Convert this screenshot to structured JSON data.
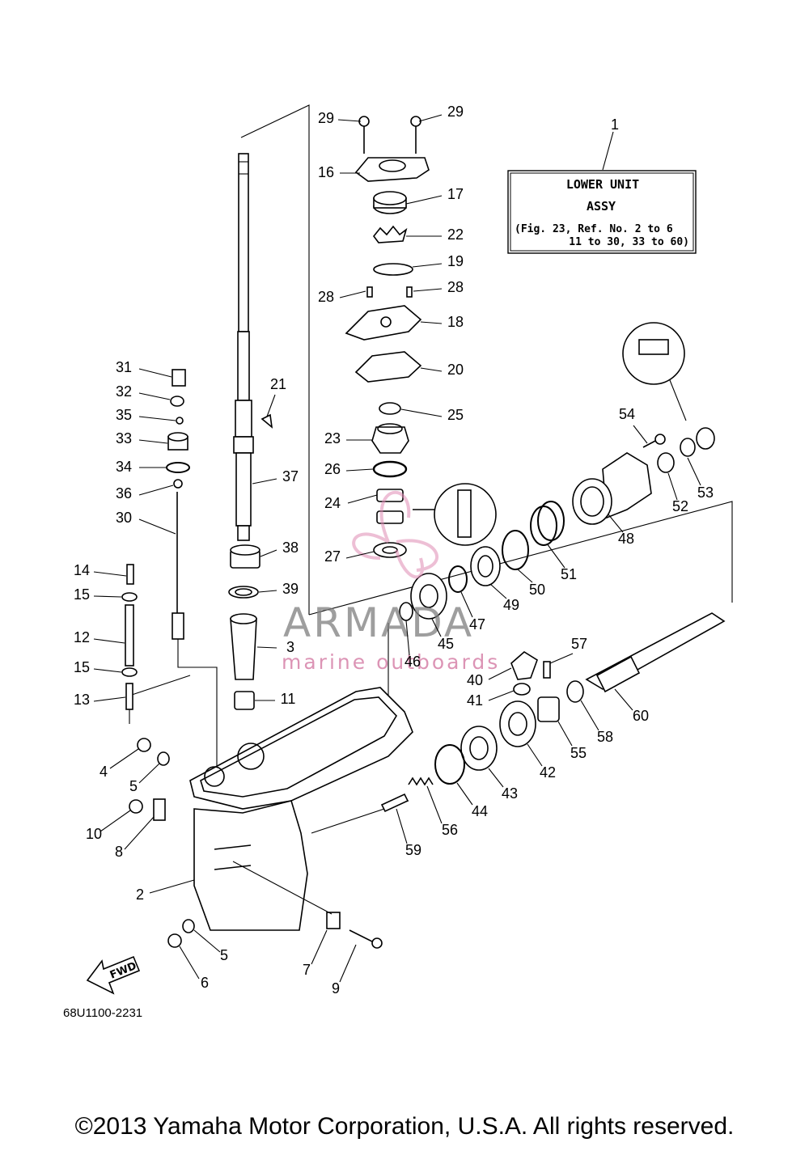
{
  "drawing_code": "68U1100-2231",
  "copyright": "©2013 Yamaha Motor Corporation, U.S.A. All rights reserved.",
  "assy_box": {
    "ref": "1",
    "line1": "LOWER UNIT",
    "line2": "ASSY",
    "line3": "(Fig. 23, Ref. No. 2 to 6",
    "line4": "11 to 30, 33 to 60)"
  },
  "watermark": {
    "brand": "ARMADA",
    "tagline": "marine outboards"
  },
  "fwd_arrow": "FWD",
  "callouts": [
    {
      "n": "29"
    },
    {
      "n": "29"
    },
    {
      "n": "16"
    },
    {
      "n": "17"
    },
    {
      "n": "22"
    },
    {
      "n": "19"
    },
    {
      "n": "28"
    },
    {
      "n": "28"
    },
    {
      "n": "18"
    },
    {
      "n": "20"
    },
    {
      "n": "25"
    },
    {
      "n": "23"
    },
    {
      "n": "26"
    },
    {
      "n": "24"
    },
    {
      "n": "27"
    },
    {
      "n": "21"
    },
    {
      "n": "37"
    },
    {
      "n": "38"
    },
    {
      "n": "39"
    },
    {
      "n": "3"
    },
    {
      "n": "11"
    },
    {
      "n": "31"
    },
    {
      "n": "32"
    },
    {
      "n": "35"
    },
    {
      "n": "33"
    },
    {
      "n": "34"
    },
    {
      "n": "36"
    },
    {
      "n": "30"
    },
    {
      "n": "14"
    },
    {
      "n": "15"
    },
    {
      "n": "12"
    },
    {
      "n": "15"
    },
    {
      "n": "13"
    },
    {
      "n": "4"
    },
    {
      "n": "5"
    },
    {
      "n": "10"
    },
    {
      "n": "8"
    },
    {
      "n": "2"
    },
    {
      "n": "5"
    },
    {
      "n": "6"
    },
    {
      "n": "7"
    },
    {
      "n": "9"
    },
    {
      "n": "54"
    },
    {
      "n": "53"
    },
    {
      "n": "52"
    },
    {
      "n": "48"
    },
    {
      "n": "51"
    },
    {
      "n": "50"
    },
    {
      "n": "49"
    },
    {
      "n": "47"
    },
    {
      "n": "45"
    },
    {
      "n": "46"
    },
    {
      "n": "57"
    },
    {
      "n": "40"
    },
    {
      "n": "41"
    },
    {
      "n": "60"
    },
    {
      "n": "58"
    },
    {
      "n": "55"
    },
    {
      "n": "42"
    },
    {
      "n": "43"
    },
    {
      "n": "44"
    },
    {
      "n": "56"
    },
    {
      "n": "59"
    }
  ]
}
